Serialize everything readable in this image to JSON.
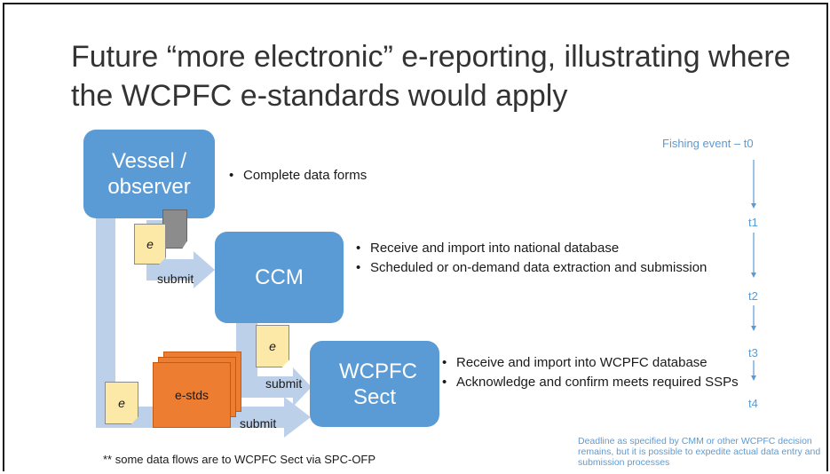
{
  "title": "Future “more electronic” e-reporting, illustrating where the WCPFC e-standards would apply",
  "vessel_box": "Vessel / observer",
  "vessel_bullets": [
    "Complete data forms"
  ],
  "ccm_box": "CCM",
  "ccm_bullets": [
    "Receive and import into national database",
    "Scheduled or on-demand data extraction and submission"
  ],
  "wcpfc_box": "WCPFC Sect",
  "wcpfc_bullets": [
    "Receive and import into WCPFC database",
    "Acknowledge and confirm meets required SSPs"
  ],
  "submit_label": "submit",
  "doc_label": "e",
  "estds_label": "e-stds",
  "timeline": {
    "start": "Fishing event – t0",
    "ticks": [
      "t1",
      "t2",
      "t3",
      "t4"
    ]
  },
  "deadline_note": "Deadline as specified by CMM or other WCPFC decision remains, but it is possible to expedite actual data entry and submission processes",
  "footnote": "** some data flows are to WCPFC Sect via SPC-OFP",
  "colors": {
    "box_blue": "#5b9bd5",
    "arrow_blue": "#bdd0e9",
    "doc_yellow": "#fde9a7",
    "estds_orange": "#ed7d31",
    "timeline_blue": "#5b9bd5"
  }
}
